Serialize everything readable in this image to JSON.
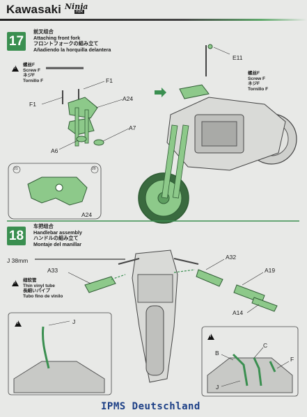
{
  "header": {
    "brand": "Kawasaki",
    "model_script": "Ninja",
    "model_badge": "H2R"
  },
  "step17": {
    "number": "17",
    "title_cn": "前叉组合",
    "title_en": "Attaching front fork",
    "title_jp": "フロントフォークの組み立て",
    "title_es": "Añadiendo la horquilla delantera",
    "screw_legend": [
      "螺丝F",
      "Screw F",
      "ネジF",
      "Tornillo F"
    ],
    "screw_legend_right": [
      "螺丝F",
      "Screw F",
      "ネジF",
      "Tornillo F"
    ],
    "parts": {
      "f1_a": "F1",
      "f1_b": "F1",
      "a24": "A24",
      "a7": "A7",
      "a6": "A6",
      "e11": "E11",
      "a24_detail": "A24"
    },
    "detail_marks": {
      "left": "21",
      "right": "20"
    }
  },
  "step18": {
    "number": "18",
    "title_cn": "车把组合",
    "title_en": "Handlebar assembly",
    "title_jp": "ハンドルの組み立て",
    "title_es": "Montaje del manillar",
    "tube_length": "J  38mm",
    "tube_legend": [
      "细软管",
      "Thin vinyl tube",
      "長細いパイプ",
      "Tubo fino de vinilo"
    ],
    "parts": {
      "a33": "A33",
      "a32": "A32",
      "a19": "A19",
      "a14": "A14",
      "j_left": "J",
      "b": "B",
      "c": "C",
      "f": "F",
      "j_right": "J"
    }
  },
  "watermark": "IPMS Deutschland",
  "colors": {
    "accent_green": "#3a8f50",
    "part_green": "#8dc98a",
    "outline": "#3a3a3a"
  }
}
